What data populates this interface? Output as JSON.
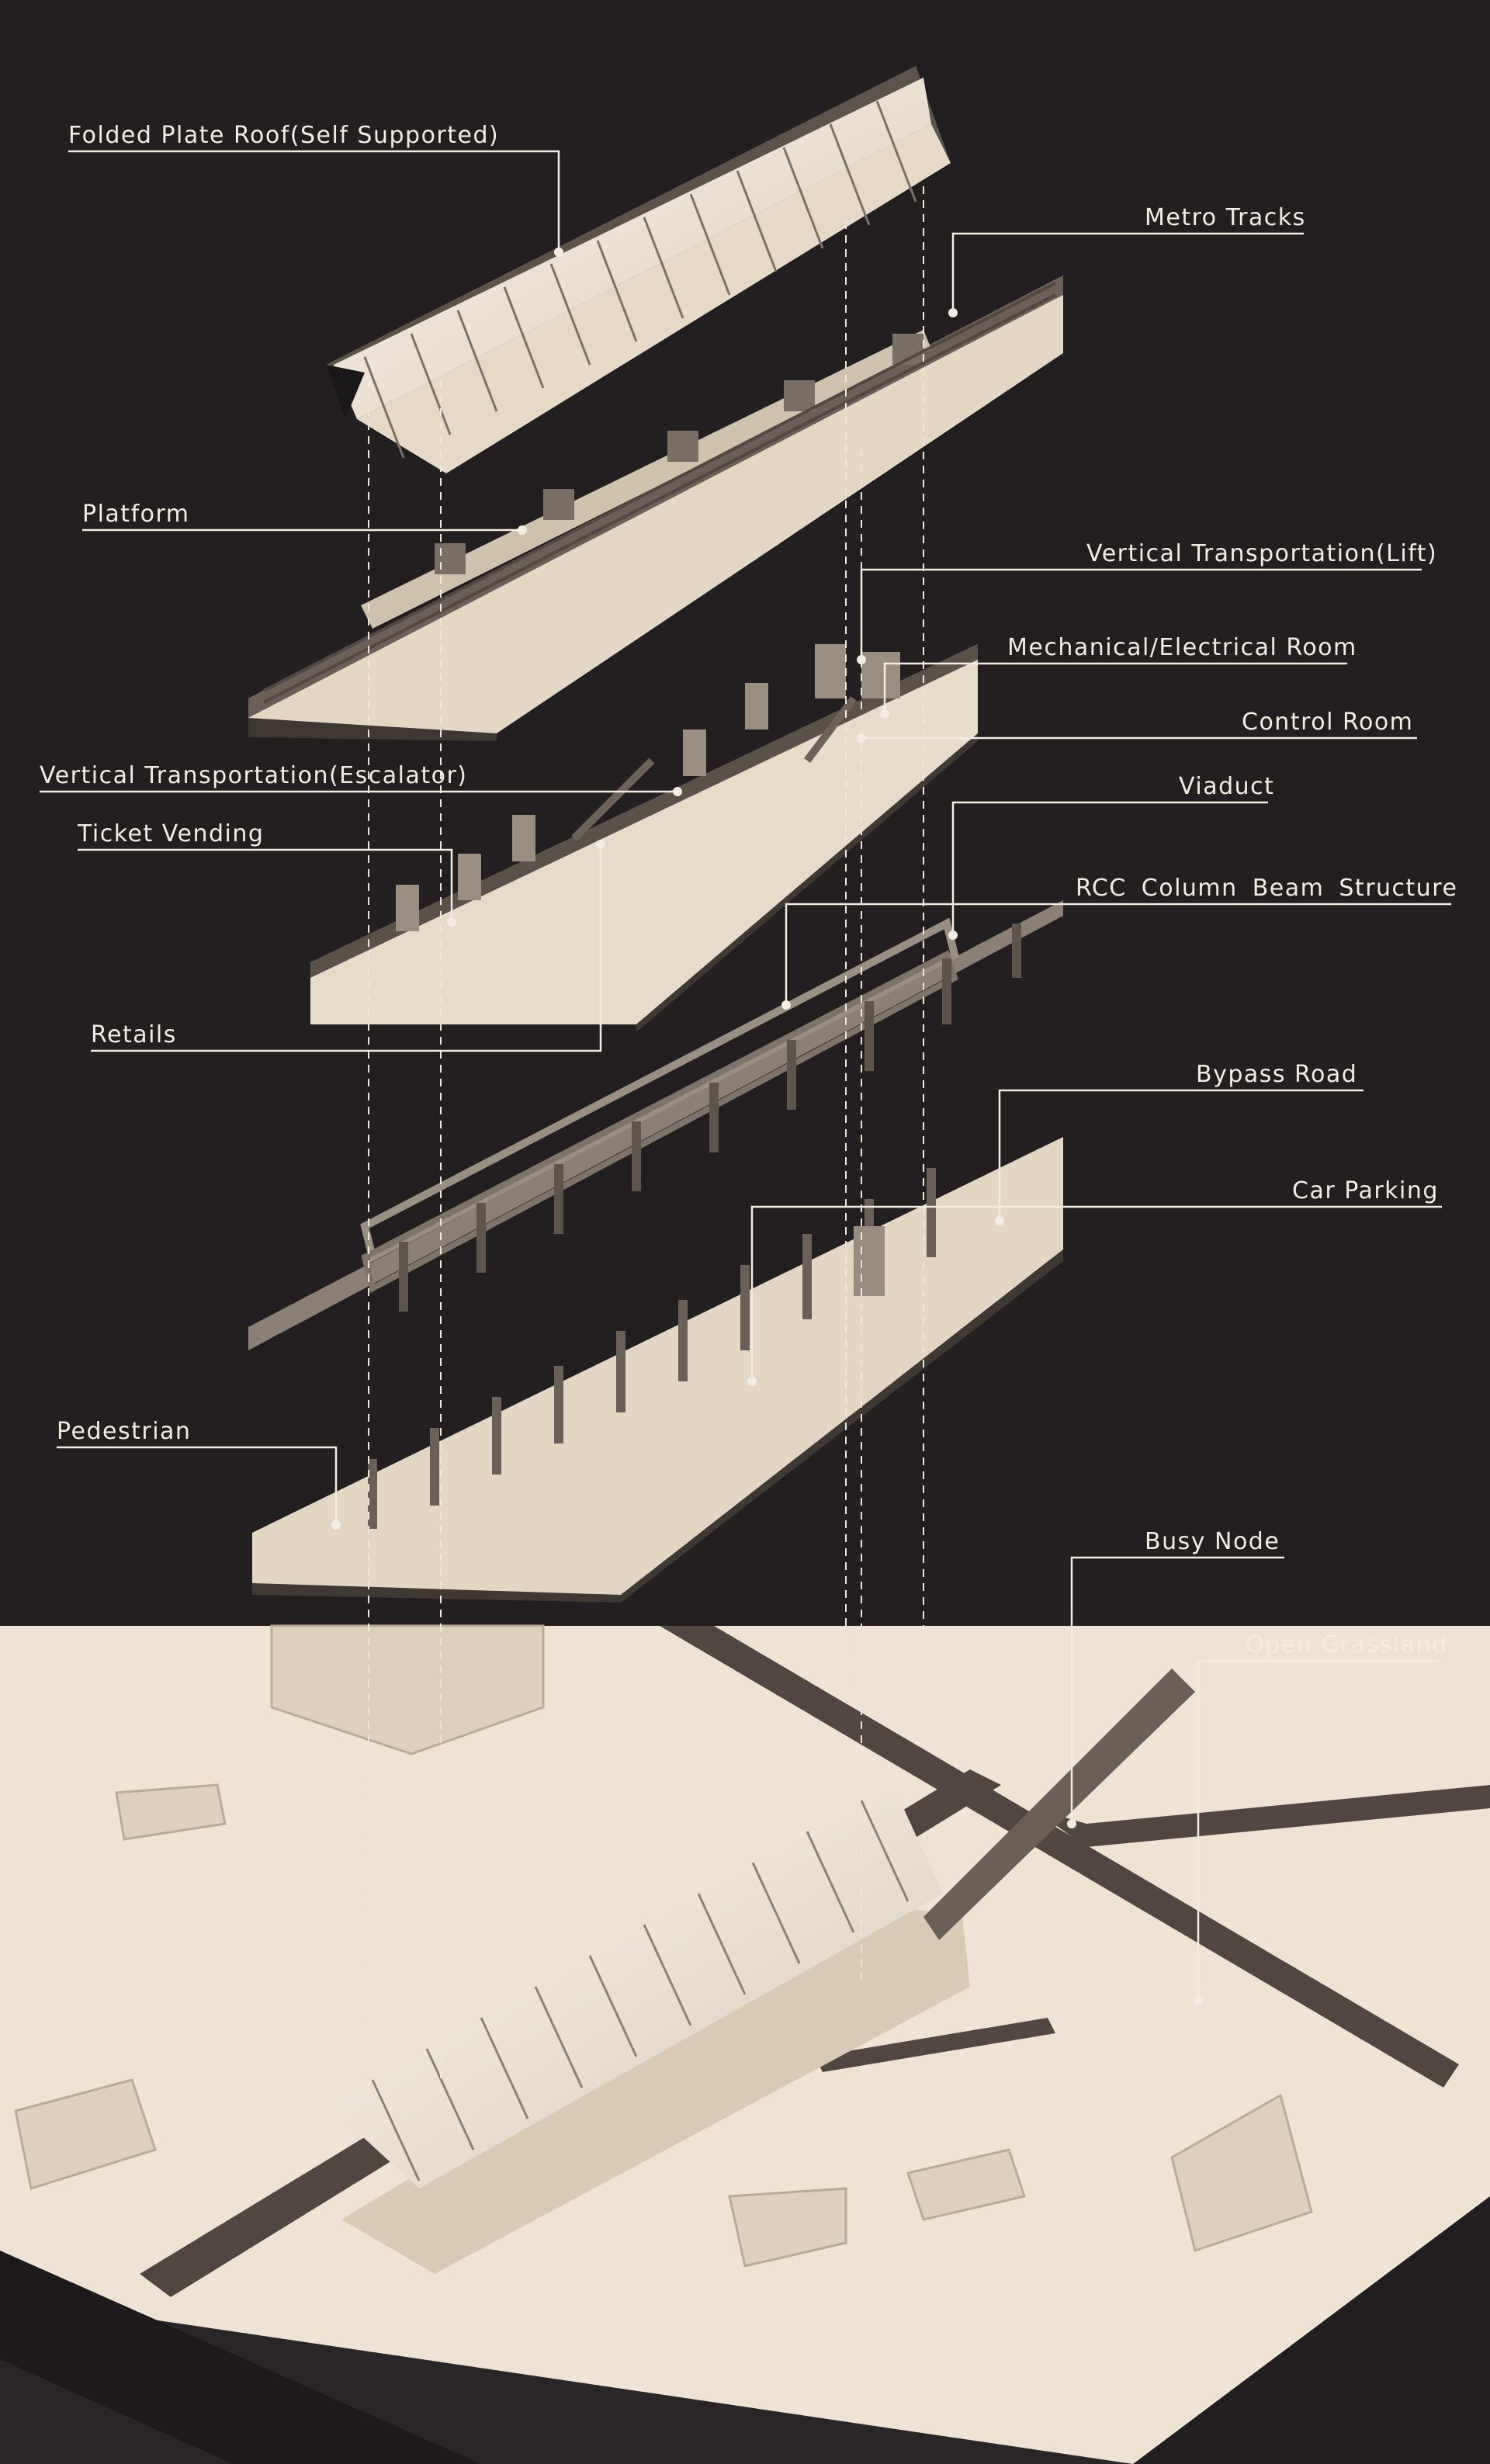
{
  "colors": {
    "background": "#231f20",
    "model_light": "#ede2d1",
    "model_mid": "#b7ab99",
    "model_dark": "#4e4640",
    "leader_line": "#f3ece2"
  },
  "labels": {
    "folded_plate_roof": "Folded Plate Roof(Self Supported)",
    "metro_tracks": "Metro Tracks",
    "platform": "Platform",
    "vertical_lift": "Vertical Transportation(Lift)",
    "mechanical_room": "Mechanical/Electrical Room",
    "control_room": "Control Room",
    "vertical_escalator": "Vertical Transportation(Escalator)",
    "viaduct": "Viaduct",
    "ticket_vending": "Ticket Vending",
    "rcc_structure": "RCC Column Beam Structure",
    "retails": "Retails",
    "bypass_road": "Bypass Road",
    "car_parking": "Car Parking",
    "pedestrian": "Pedestrian",
    "busy_node": "Busy Node",
    "open_grassland": "Open Grassland"
  }
}
